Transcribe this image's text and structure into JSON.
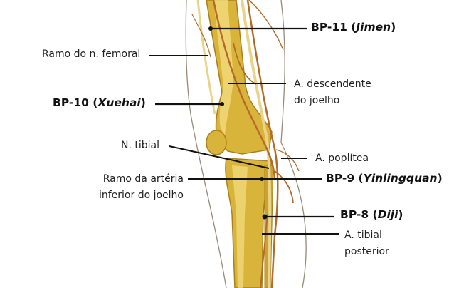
{
  "colors": {
    "bone": "#d9b43a",
    "bone_light": "#f2dc7e",
    "bone_dark": "#a9801c",
    "nerve": "#e9d48c",
    "artery": "#b56a2a",
    "skin": "#9a8a78",
    "leader": "#111111"
  },
  "labels": {
    "bp11": {
      "code": "BP-11 (",
      "name": "Jimen",
      "close": ")"
    },
    "ramo_femoral": "Ramo do n. femoral",
    "a_descendente": {
      "line1": "A. descendente",
      "line2": "do joelho"
    },
    "bp10": {
      "code": "BP-10 (",
      "name": "Xuehai",
      "close": ")"
    },
    "n_tibial": "N. tibial",
    "a_poplitea": "A. poplítea",
    "ramo_arteria": {
      "line1": "Ramo da artéria",
      "line2": "inferior do joelho"
    },
    "bp9": {
      "code": "BP-9 (",
      "name": "Yinlingquan",
      "close": ")"
    },
    "bp8": {
      "code": "BP-8 (",
      "name": "Diji",
      "close": ")"
    },
    "a_tibial": {
      "line1": "A. tibial",
      "line2": "posterior"
    }
  }
}
